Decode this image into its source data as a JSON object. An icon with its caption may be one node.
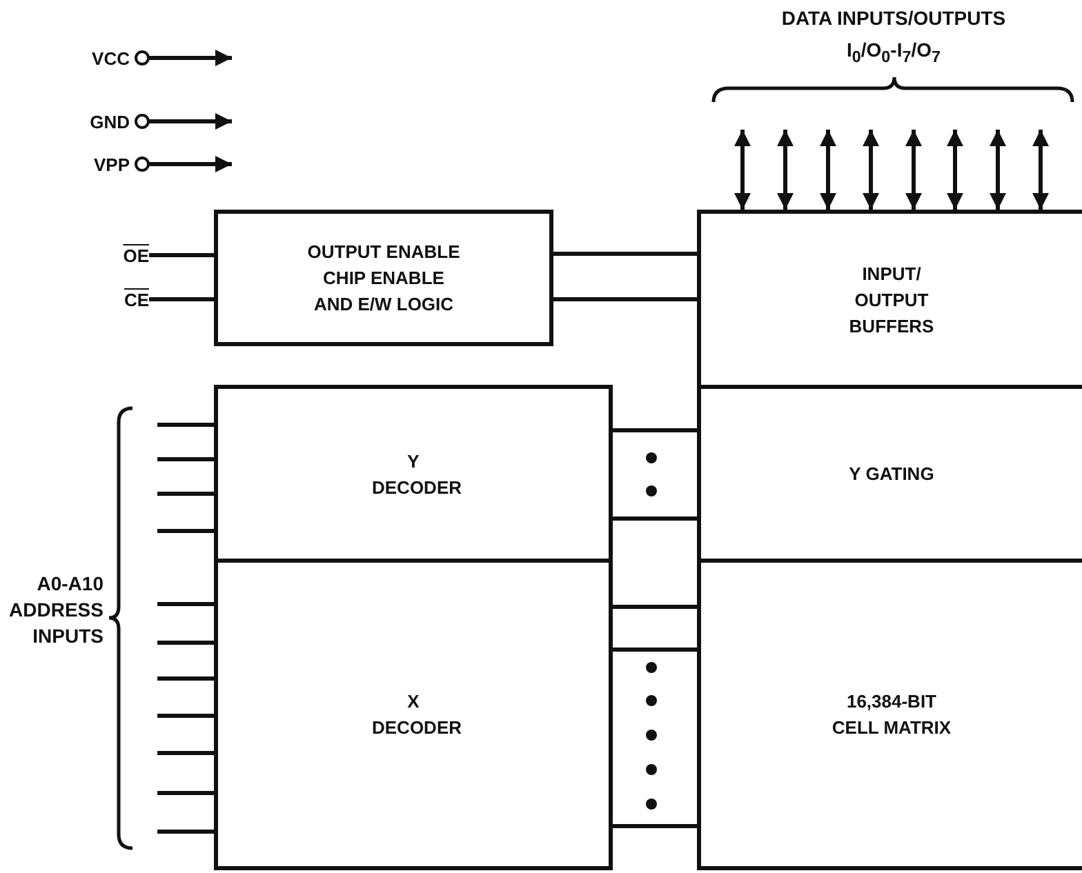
{
  "diagram": {
    "nodes": [
      {
        "text": [
          "VCC"
        ]
      },
      {
        "text": [
          "GND"
        ]
      },
      {
        "text": [
          "VPP"
        ]
      },
      {
        "text": [
          "OE"
        ]
      },
      {
        "text": [
          "CE"
        ]
      },
      {
        "text": [
          "OUTPUT ENABLE CHIP ENABLE AND E/W LOGIC"
        ]
      },
      {
        "text": [
          "INPUT/ OUTPUT BUFFERS"
        ]
      },
      {
        "text": [
          "Y DECODER"
        ]
      },
      {
        "text": [
          "Y GATING"
        ]
      },
      {
        "text": [
          "X DECODER"
        ]
      },
      {
        "text": [
          "16,384-BIT CELL MATRIX"
        ]
      }
    ],
    "edges": [
      {
        "from": 0,
        "to": null,
        "arrow": "to"
      },
      {
        "from": 1,
        "to": null,
        "arrow": "to"
      },
      {
        "from": 2,
        "to": null,
        "arrow": "to"
      },
      {
        "from": 3,
        "to": 5,
        "arrow": "none"
      },
      {
        "from": 4,
        "to": 5,
        "arrow": "none"
      },
      {
        "from": 5,
        "to": 6,
        "arrow": "none"
      },
      {
        "from": null,
        "to": 6,
        "arrow": "both"
      },
      {
        "from": null,
        "to": 6,
        "arrow": "both"
      },
      {
        "from": null,
        "to": 6,
        "arrow": "both"
      },
      {
        "from": null,
        "to": 6,
        "arrow": "both"
      },
      {
        "from": null,
        "to": 6,
        "arrow": "both"
      },
      {
        "from": null,
        "to": 6,
        "arrow": "both"
      },
      {
        "from": null,
        "to": 6,
        "arrow": "both"
      },
      {
        "from": null,
        "to": 6,
        "arrow": "both"
      },
      {
        "from": null,
        "to": 7,
        "arrow": "none"
      },
      {
        "from": null,
        "to": 7,
        "arrow": "none"
      },
      {
        "from": null,
        "to": 7,
        "arrow": "none"
      },
      {
        "from": null,
        "to": 7,
        "arrow": "none"
      },
      {
        "from": null,
        "to": 9,
        "arrow": "none"
      },
      {
        "from": null,
        "to": 9,
        "arrow": "none"
      },
      {
        "from": null,
        "to": 9,
        "arrow": "none"
      },
      {
        "from": null,
        "to": 9,
        "arrow": "none"
      },
      {
        "from": null,
        "to": 9,
        "arrow": "none"
      },
      {
        "from": null,
        "to": 9,
        "arrow": "none"
      },
      {
        "from": null,
        "to": 9,
        "arrow": "none"
      },
      {
        "from": 7,
        "to": 8,
        "arrow": "none"
      },
      {
        "from": 9,
        "to": 10,
        "arrow": "none"
      },
      {
        "from": 9,
        "to": 10,
        "arrow": "none"
      }
    ],
    "labels": [
      "DATA INPUTS/OUTPUTS",
      "I$_{0}$/O$_{0}$-I$_{7}$/O$_{7}$",
      "A0-A10 ADDRESS INPUTS"
    ]
  }
}
